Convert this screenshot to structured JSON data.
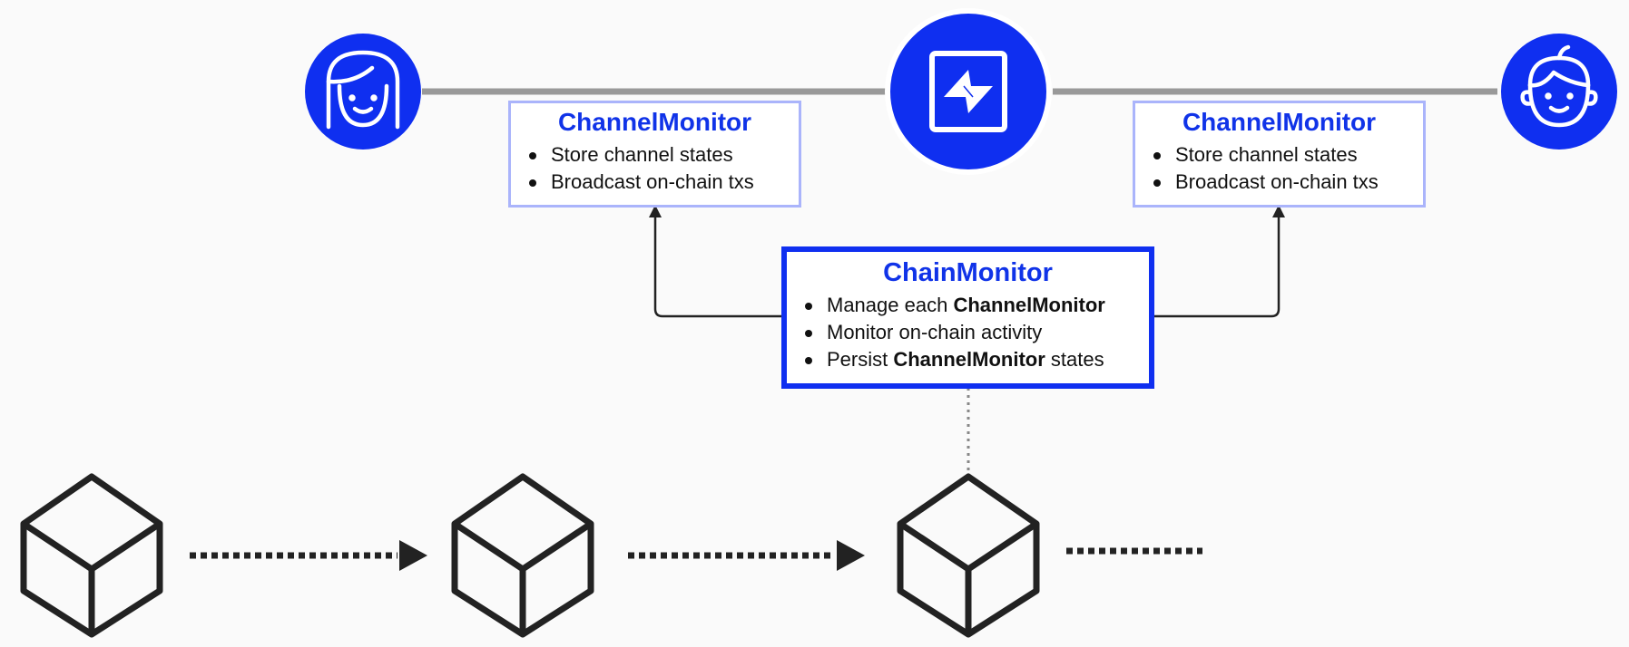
{
  "colors": {
    "accent": "#0f2ff0",
    "title_text": "#1033e8",
    "monitor_border": "#aab4fb",
    "connector": "#999999",
    "ink": "#222222"
  },
  "icons": {
    "left_node": "user-girl-icon",
    "center_node": "lightning-network-logo-icon",
    "right_node": "user-boy-icon",
    "blocks": "cube-block-icon"
  },
  "left_monitor": {
    "title": "ChannelMonitor",
    "items": [
      "Store channel states",
      "Broadcast on-chain txs"
    ]
  },
  "right_monitor": {
    "title": "ChannelMonitor",
    "items": [
      "Store channel states",
      "Broadcast on-chain txs"
    ]
  },
  "chain_monitor": {
    "title": "ChainMonitor",
    "items": [
      {
        "pre": "Manage each ",
        "bold": "ChannelMonitor",
        "post": ""
      },
      {
        "pre": "Monitor on-chain activity",
        "bold": "",
        "post": ""
      },
      {
        "pre": "Persist ",
        "bold": "ChannelMonitor",
        "post": " states"
      }
    ]
  },
  "blockchain": {
    "block_count": 3,
    "continues": true
  }
}
